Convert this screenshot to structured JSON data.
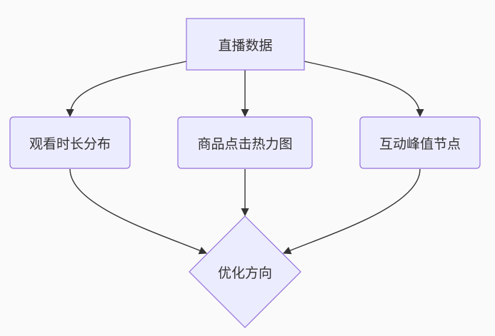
{
  "flowchart": {
    "nodes": {
      "source": {
        "label": "直播数据",
        "shape": "rect"
      },
      "watch": {
        "label": "观看时长分布",
        "shape": "rounded-rect"
      },
      "heatmap": {
        "label": "商品点击热力图",
        "shape": "rounded-rect"
      },
      "interaction": {
        "label": "互动峰值节点",
        "shape": "rounded-rect"
      },
      "result": {
        "label": "优化方向",
        "shape": "diamond"
      }
    },
    "edges": [
      {
        "from": "直播数据",
        "to": "观看时长分布"
      },
      {
        "from": "直播数据",
        "to": "商品点击热力图"
      },
      {
        "from": "直播数据",
        "to": "互动峰值节点"
      },
      {
        "from": "观看时长分布",
        "to": "优化方向"
      },
      {
        "from": "商品点击热力图",
        "to": "优化方向"
      },
      {
        "from": "互动峰值节点",
        "to": "优化方向"
      }
    ]
  },
  "colors": {
    "node_fill": "#ececff",
    "node_stroke": "#9370db",
    "edge_stroke": "#333333",
    "text": "#333333",
    "background": "#fafafa"
  }
}
